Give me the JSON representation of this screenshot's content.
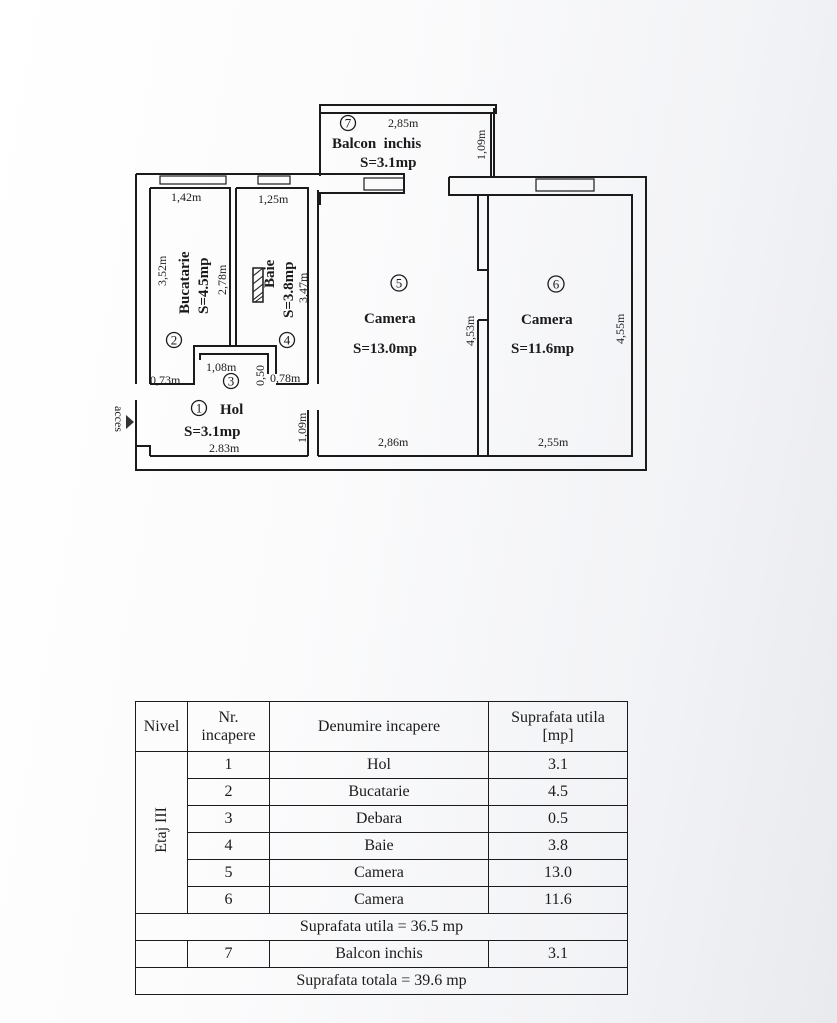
{
  "plan": {
    "access_label": "acces",
    "rooms": [
      {
        "num": "1",
        "name": "Hol",
        "area": "S=3.1mp"
      },
      {
        "num": "2",
        "name": "Bucatarie",
        "area": "S=4.5mp"
      },
      {
        "num": "3"
      },
      {
        "num": "4",
        "name": "Baie",
        "area": "S=3.8mp"
      },
      {
        "num": "5",
        "name": "Camera",
        "area": "S=13.0mp"
      },
      {
        "num": "6",
        "name": "Camera",
        "area": "S=11.6mp"
      },
      {
        "num": "7",
        "name": "Balcon  inchis",
        "area": "S=3.1mp"
      }
    ],
    "dims": {
      "balcony_w": "2,85m",
      "balcony_d": "1,09m",
      "kitchen_w": "1,42m",
      "kitchen_l": "3,52m",
      "kitchen_l2": "2,78m",
      "bath_w": "1,25m",
      "bath_l": "3,47m",
      "storage_w": "1,08m",
      "storage_d": "0,50",
      "left_073": "0,73m",
      "right_078": "0,78m",
      "hall_w": "2.83m",
      "hall_d": "1,09m",
      "room5_w": "2,86m",
      "room5_l": "4,53m",
      "room6_w": "2,55m",
      "room6_l": "4,55m"
    }
  },
  "table": {
    "headers": {
      "nivel": "Nivel",
      "nr": "Nr.\nincapere",
      "denumire": "Denumire incapere",
      "suprafata": "Suprafata utila\n[mp]"
    },
    "level": "Etaj III",
    "rows": [
      {
        "nr": "1",
        "name": "Hol",
        "area": "3.1"
      },
      {
        "nr": "2",
        "name": "Bucatarie",
        "area": "4.5"
      },
      {
        "nr": "3",
        "name": "Debara",
        "area": "0.5"
      },
      {
        "nr": "4",
        "name": "Baie",
        "area": "3.8"
      },
      {
        "nr": "5",
        "name": "Camera",
        "area": "13.0"
      },
      {
        "nr": "6",
        "name": "Camera",
        "area": "11.6"
      }
    ],
    "subtotal": "Suprafata utila = 36.5 mp",
    "balcony": {
      "nr": "7",
      "name": "Balcon inchis",
      "area": "3.1"
    },
    "total": "Suprafata totala = 39.6 mp"
  }
}
